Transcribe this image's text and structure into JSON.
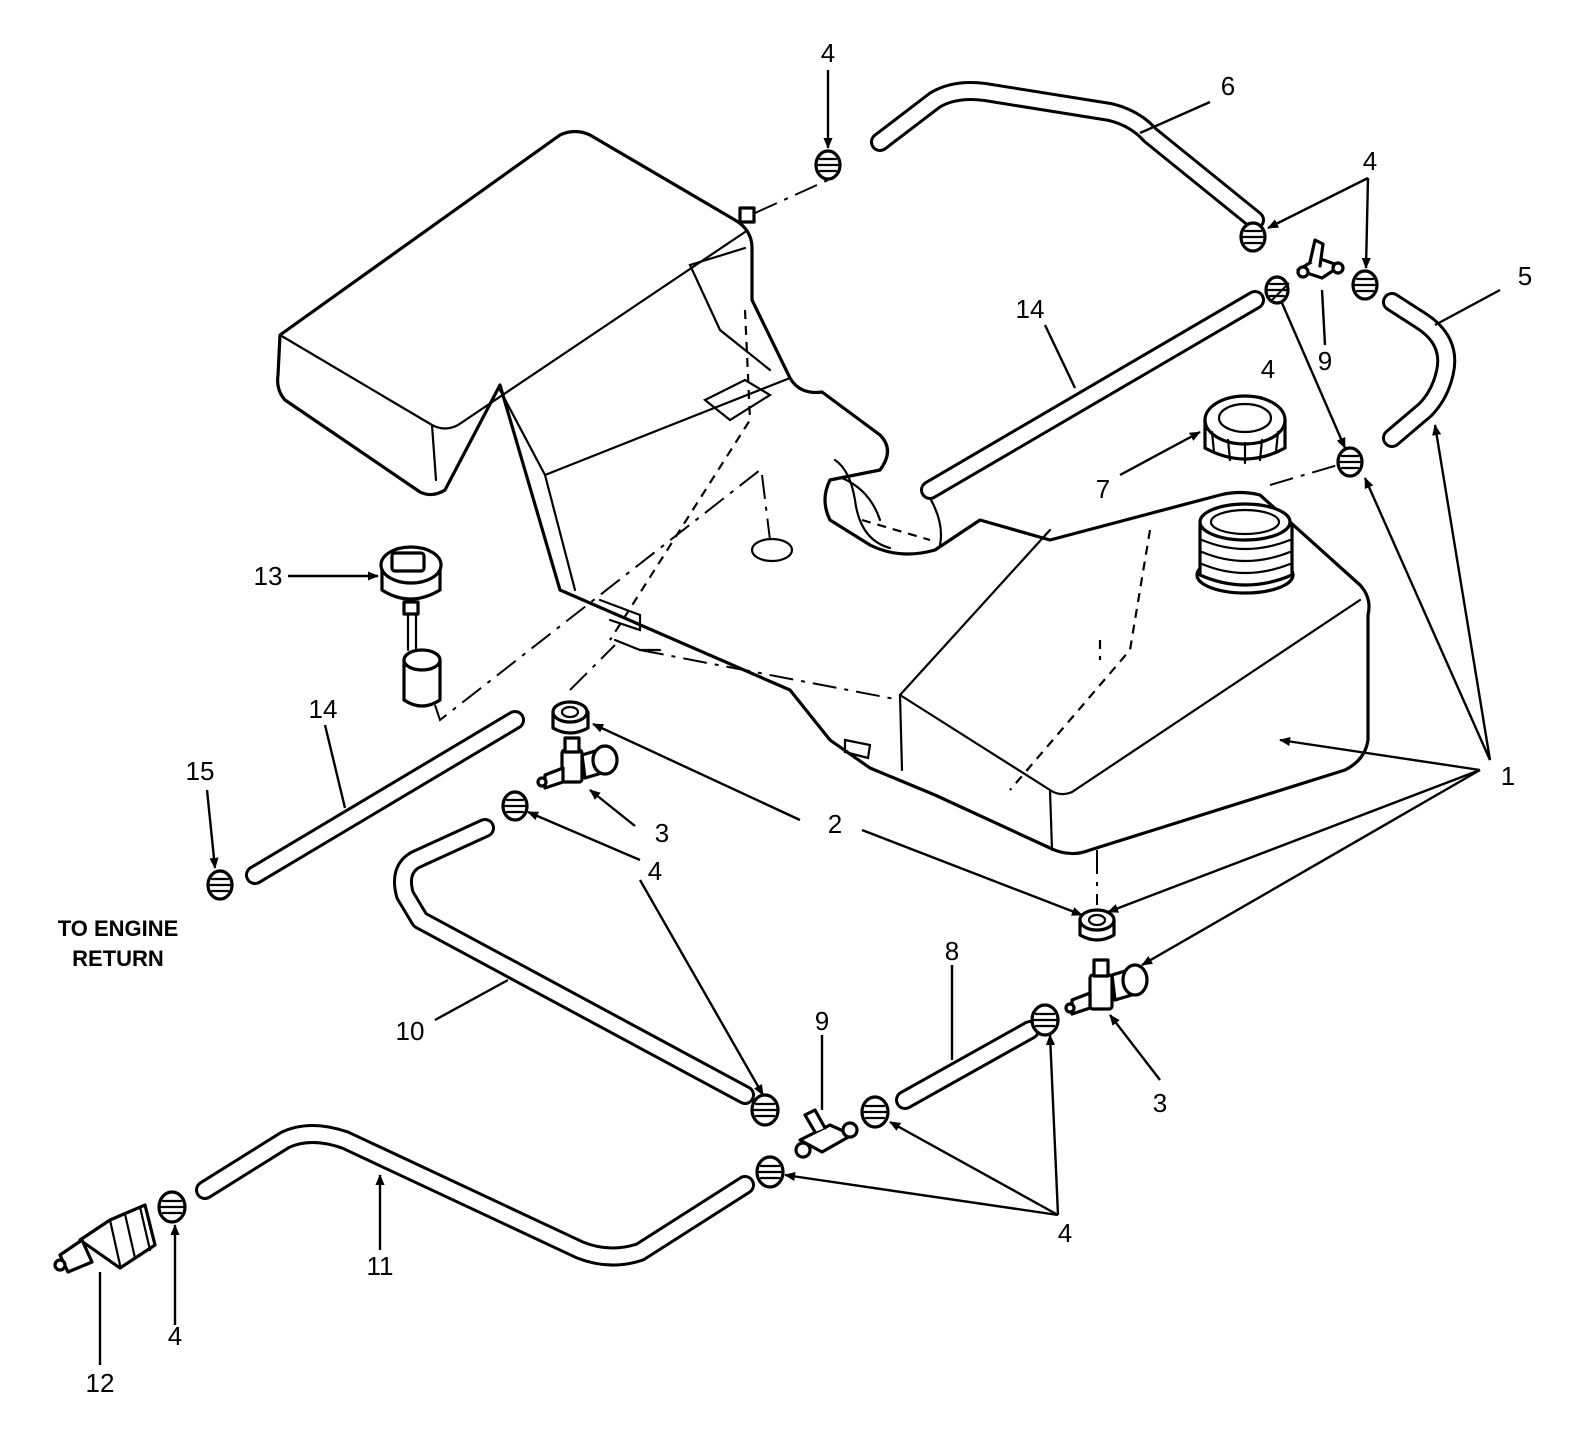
{
  "callouts": {
    "c1": "1",
    "c2": "2",
    "c3a": "3",
    "c3b": "3",
    "c4a": "4",
    "c4b": "4",
    "c4c": "4",
    "c4d": "4",
    "c4e": "4",
    "c4f": "4",
    "c5": "5",
    "c6": "6",
    "c7": "7",
    "c8": "8",
    "c9a": "9",
    "c9b": "9",
    "c10": "10",
    "c11": "11",
    "c12": "12",
    "c13": "13",
    "c14a": "14",
    "c14b": "14",
    "c15": "15"
  },
  "note": {
    "line1": "TO ENGINE",
    "line2": "RETURN"
  }
}
